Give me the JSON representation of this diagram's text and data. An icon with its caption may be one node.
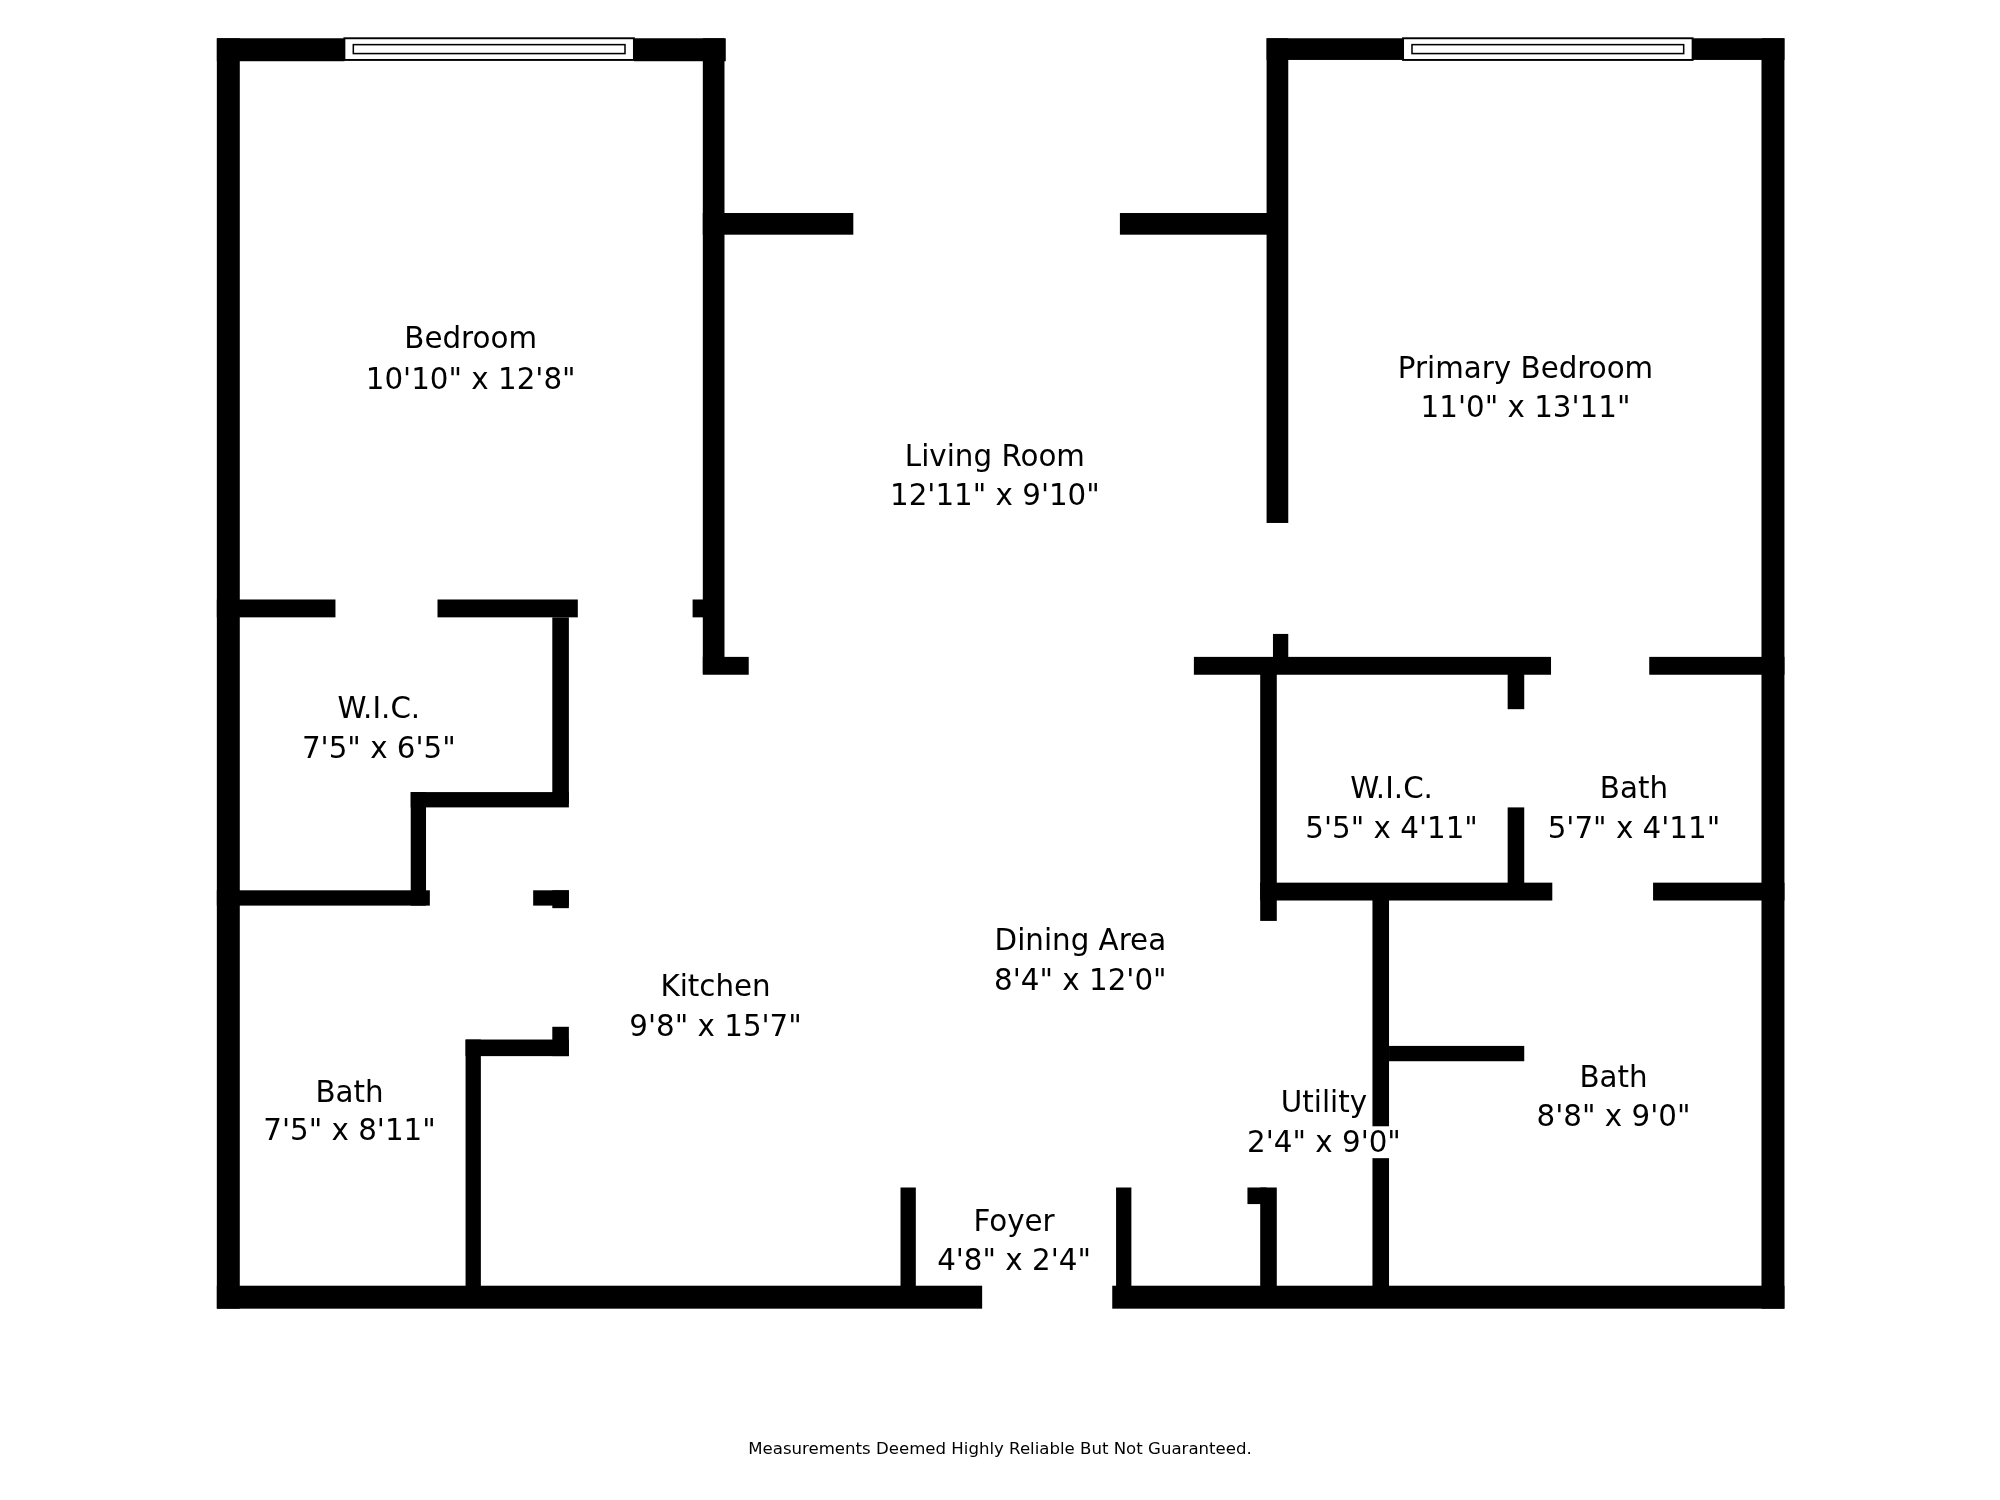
{
  "diagram": {
    "caption": "Measurements Deemed Highly Reliable But Not Guaranteed.",
    "labels": [
      "Bedroom",
      "10'10\" x 12'8\"",
      "Living Room",
      "12'11\" x 9'10\"",
      "Primary Bedroom",
      "11'0\" x 13'11\"",
      "W.I.C.",
      "7'5\" x 6'5\"",
      "Kitchen",
      "9'8\" x 15'7\"",
      "Dining Area",
      "8'4\" x 12'0\"",
      "W.I.C.",
      "5'5\" x 4'11\"",
      "Bath",
      "5'7\" x 4'11\"",
      "Bath",
      "7'5\" x 8'11\"",
      "Utility",
      "2'4\" x 9'0\"",
      "Bath",
      "8'8\" x 9'0\"",
      "Foyer",
      "4'8\" x 2'4\""
    ]
  }
}
